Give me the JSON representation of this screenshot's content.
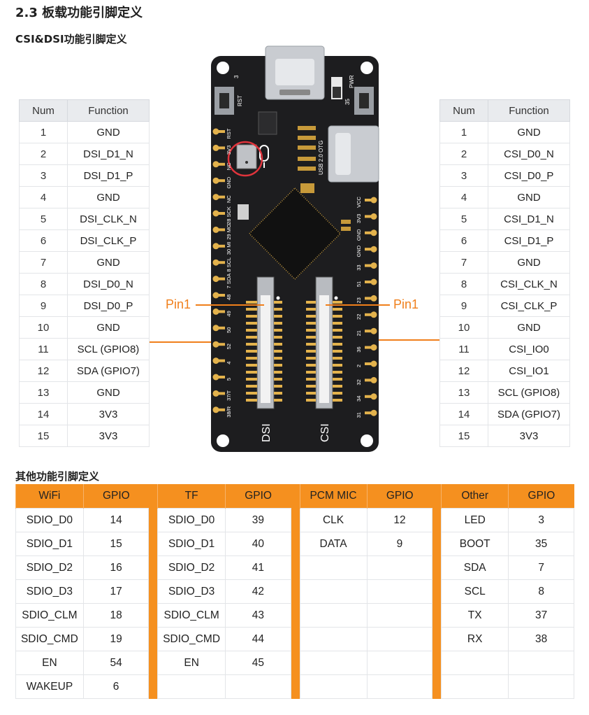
{
  "section_title": "2.3 板载功能引脚定义",
  "csi_dsi_title": "CSI&DSI功能引脚定义",
  "other_title": "其他功能引脚定义",
  "dsi_table": {
    "headers": [
      "Num",
      "Function"
    ],
    "rows": [
      [
        "1",
        "GND"
      ],
      [
        "2",
        "DSI_D1_N"
      ],
      [
        "3",
        "DSI_D1_P"
      ],
      [
        "4",
        "GND"
      ],
      [
        "5",
        "DSI_CLK_N"
      ],
      [
        "6",
        "DSI_CLK_P"
      ],
      [
        "7",
        "GND"
      ],
      [
        "8",
        "DSI_D0_N"
      ],
      [
        "9",
        "DSI_D0_P"
      ],
      [
        "10",
        "GND"
      ],
      [
        "11",
        "SCL (GPIO8)"
      ],
      [
        "12",
        "SDA (GPIO7)"
      ],
      [
        "13",
        "GND"
      ],
      [
        "14",
        "3V3"
      ],
      [
        "15",
        "3V3"
      ]
    ]
  },
  "csi_table": {
    "headers": [
      "Num",
      "Function"
    ],
    "rows": [
      [
        "1",
        "GND"
      ],
      [
        "2",
        "CSI_D0_N"
      ],
      [
        "3",
        "CSI_D0_P"
      ],
      [
        "4",
        "GND"
      ],
      [
        "5",
        "CSI_D1_N"
      ],
      [
        "6",
        "CSI_D1_P"
      ],
      [
        "7",
        "GND"
      ],
      [
        "8",
        "CSI_CLK_N"
      ],
      [
        "9",
        "CSI_CLK_P"
      ],
      [
        "10",
        "GND"
      ],
      [
        "11",
        "CSI_IO0"
      ],
      [
        "12",
        "CSI_IO1"
      ],
      [
        "13",
        "SCL (GPIO8)"
      ],
      [
        "14",
        "SDA (GPIO7)"
      ],
      [
        "15",
        "3V3"
      ]
    ]
  },
  "board": {
    "pin1_left": "Pin1",
    "pin1_right": "Pin1",
    "dsi_label": "DSI",
    "csi_label": "CSI",
    "pwr_label": "PWR",
    "rst_label": "RST",
    "usb_label": "USB 2.0 OTG",
    "top_left_num": "3",
    "top_right_num": "35",
    "left_header": [
      "RST",
      "3V3",
      "NC",
      "GND",
      "NC",
      "28 SCK",
      "29 MO",
      "30 MI",
      "8 SCL",
      "7 SDA",
      "48",
      "49",
      "50",
      "52",
      "4",
      "5",
      "37/T",
      "38/R"
    ],
    "right_header": [
      "VCC",
      "3V3",
      "GND",
      "GND",
      "33",
      "51",
      "23",
      "22",
      "21",
      "36",
      "2",
      "32",
      "34",
      "31"
    ],
    "colors": {
      "pcb": "#1d1d1f",
      "pin": "#e3b24c",
      "accent": "#f07f1b",
      "highlight": "#e0343c"
    }
  },
  "other_table": {
    "groups": [
      {
        "headers": [
          "WiFi",
          "GPIO"
        ],
        "rows": [
          [
            "SDIO_D0",
            "14"
          ],
          [
            "SDIO_D1",
            "15"
          ],
          [
            "SDIO_D2",
            "16"
          ],
          [
            "SDIO_D3",
            "17"
          ],
          [
            "SDIO_CLM",
            "18"
          ],
          [
            "SDIO_CMD",
            "19"
          ],
          [
            "EN",
            "54"
          ],
          [
            "WAKEUP",
            "6"
          ]
        ]
      },
      {
        "headers": [
          "TF",
          "GPIO"
        ],
        "rows": [
          [
            "SDIO_D0",
            "39"
          ],
          [
            "SDIO_D1",
            "40"
          ],
          [
            "SDIO_D2",
            "41"
          ],
          [
            "SDIO_D3",
            "42"
          ],
          [
            "SDIO_CLM",
            "43"
          ],
          [
            "SDIO_CMD",
            "44"
          ],
          [
            "EN",
            "45"
          ],
          [
            "",
            ""
          ]
        ]
      },
      {
        "headers": [
          "PCM MIC",
          "GPIO"
        ],
        "rows": [
          [
            "CLK",
            "12"
          ],
          [
            "DATA",
            "9"
          ],
          [
            "",
            ""
          ],
          [
            "",
            ""
          ],
          [
            "",
            ""
          ],
          [
            "",
            ""
          ],
          [
            "",
            ""
          ],
          [
            "",
            ""
          ]
        ]
      },
      {
        "headers": [
          "Other",
          "GPIO"
        ],
        "rows": [
          [
            "LED",
            "3"
          ],
          [
            "BOOT",
            "35"
          ],
          [
            "SDA",
            "7"
          ],
          [
            "SCL",
            "8"
          ],
          [
            "TX",
            "37"
          ],
          [
            "RX",
            "38"
          ],
          [
            "",
            ""
          ],
          [
            "",
            ""
          ]
        ]
      }
    ]
  }
}
